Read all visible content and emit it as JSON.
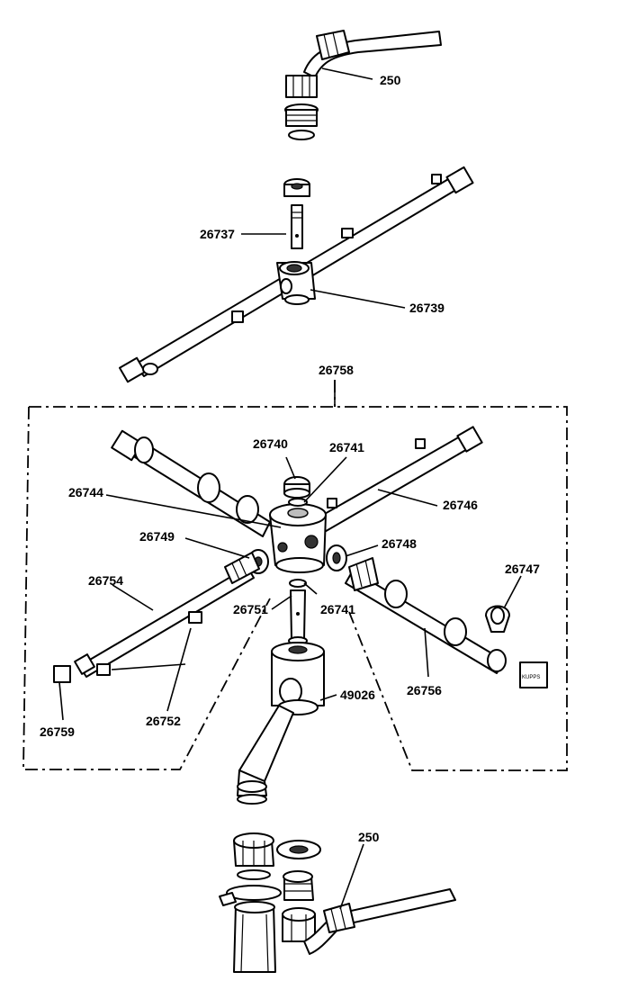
{
  "labels": {
    "hose_top": "250",
    "stem_top": "26737",
    "arm_assembly_top": "26739",
    "kit": "26758",
    "cap": "26740",
    "seal_upper": "26741",
    "hub": "26744",
    "arm_right": "26746",
    "nut_left": "26749",
    "nut_right": "26748",
    "arm_left": "26754",
    "clip": "26747",
    "stem_lower": "26751",
    "seal_lower": "26741",
    "arm_lower_right": "26756",
    "base": "49026",
    "plug": "26759",
    "jets": "26752",
    "hose_bottom": "250"
  },
  "tag_text": "KUPPS"
}
